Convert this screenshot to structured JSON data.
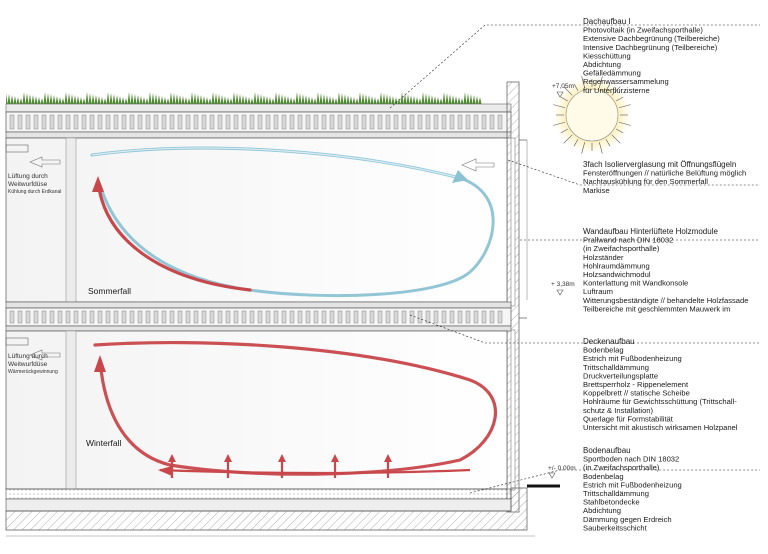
{
  "sections": [
    {
      "heading": "Dachaufbau I",
      "lines": [
        "Photovoltaik (in Zweifachsporthalle)",
        "Extensive Dachbegrünung (Teilbereiche)",
        "Intensive Dachbegrünung (Teilbereiche)",
        "Kiesschüttung",
        "Abdichtung",
        "Gefälledämmung",
        "Regenwassersammelung",
        "für Unterflurzisterne"
      ]
    },
    {
      "heading": "3fach Isolierverglasung mit Öffnungsflügeln",
      "lines": [
        "Fensteröffnungen // natürliche Belüftung möglich",
        "Nachtauskühlung für den Sommerfall",
        "Markise"
      ]
    },
    {
      "heading": "Wandaufbau Hinterlüftete Holzmodule",
      "lines": [
        "Prallwand nach DIN 18032",
        "(in Zweifachsporthalle)",
        "Holzständer",
        "Hohlraumdämmung",
        "Holzsandwichmodul",
        "Konterlattung mit Wandkonsole",
        "Luftraum",
        "Witterungsbeständigte // behandelte Holzfassade",
        "Teilbereiche mit geschlemmten Mauwerk im"
      ]
    },
    {
      "heading": "Deckenaufbau",
      "lines": [
        "Bodenbelag",
        "Estrich mit Fußbodenheizung",
        "Trittschalldämmung",
        "Druckverteilungsplatte",
        "Brettsperrholz - Rippenelement",
        "Koppelbrett // statische Scheibe",
        "Hohlräume für Gewichtsschüttung (Trittschall-",
        "schutz & Installation)",
        "Querlage für Formstabilität",
        "Untersicht mit akustisch wirksamen Holzpanel"
      ]
    },
    {
      "heading": "Bodenaufbau",
      "lines": [
        "Sportboden nach DIN 18032",
        "(in Zweifachsporthalle)",
        "Bodenbelag",
        "Estrich mit Fußbodenheizung",
        "Trittschalldämmung",
        "Stahlbetondecke",
        "Abdichtung",
        "Dämmung gegen Erdreich",
        "Sauberkeitsschicht"
      ]
    }
  ],
  "levels": {
    "top": "+7,05m",
    "mid": "+ 3,38m",
    "ground": "+/- 0,00m"
  },
  "upper_floor": {
    "season": "Sommerfall",
    "vent_title_1": "Lüftung durch",
    "vent_title_2": "Weitwurfdüse",
    "vent_sub": "Kühlung durch Erdkanal"
  },
  "lower_floor": {
    "season": "Winterfall",
    "vent_title_1": "Lüftung durch",
    "vent_title_2": "Weitwurfdüse",
    "vent_sub": "Wärmerückgewinnung"
  },
  "colors": {
    "warm_air": "#c8474b",
    "cool_air": "#8cc3d4",
    "grass": "#4f8d32",
    "structure": "#555555",
    "sun": "#f2c94c"
  }
}
